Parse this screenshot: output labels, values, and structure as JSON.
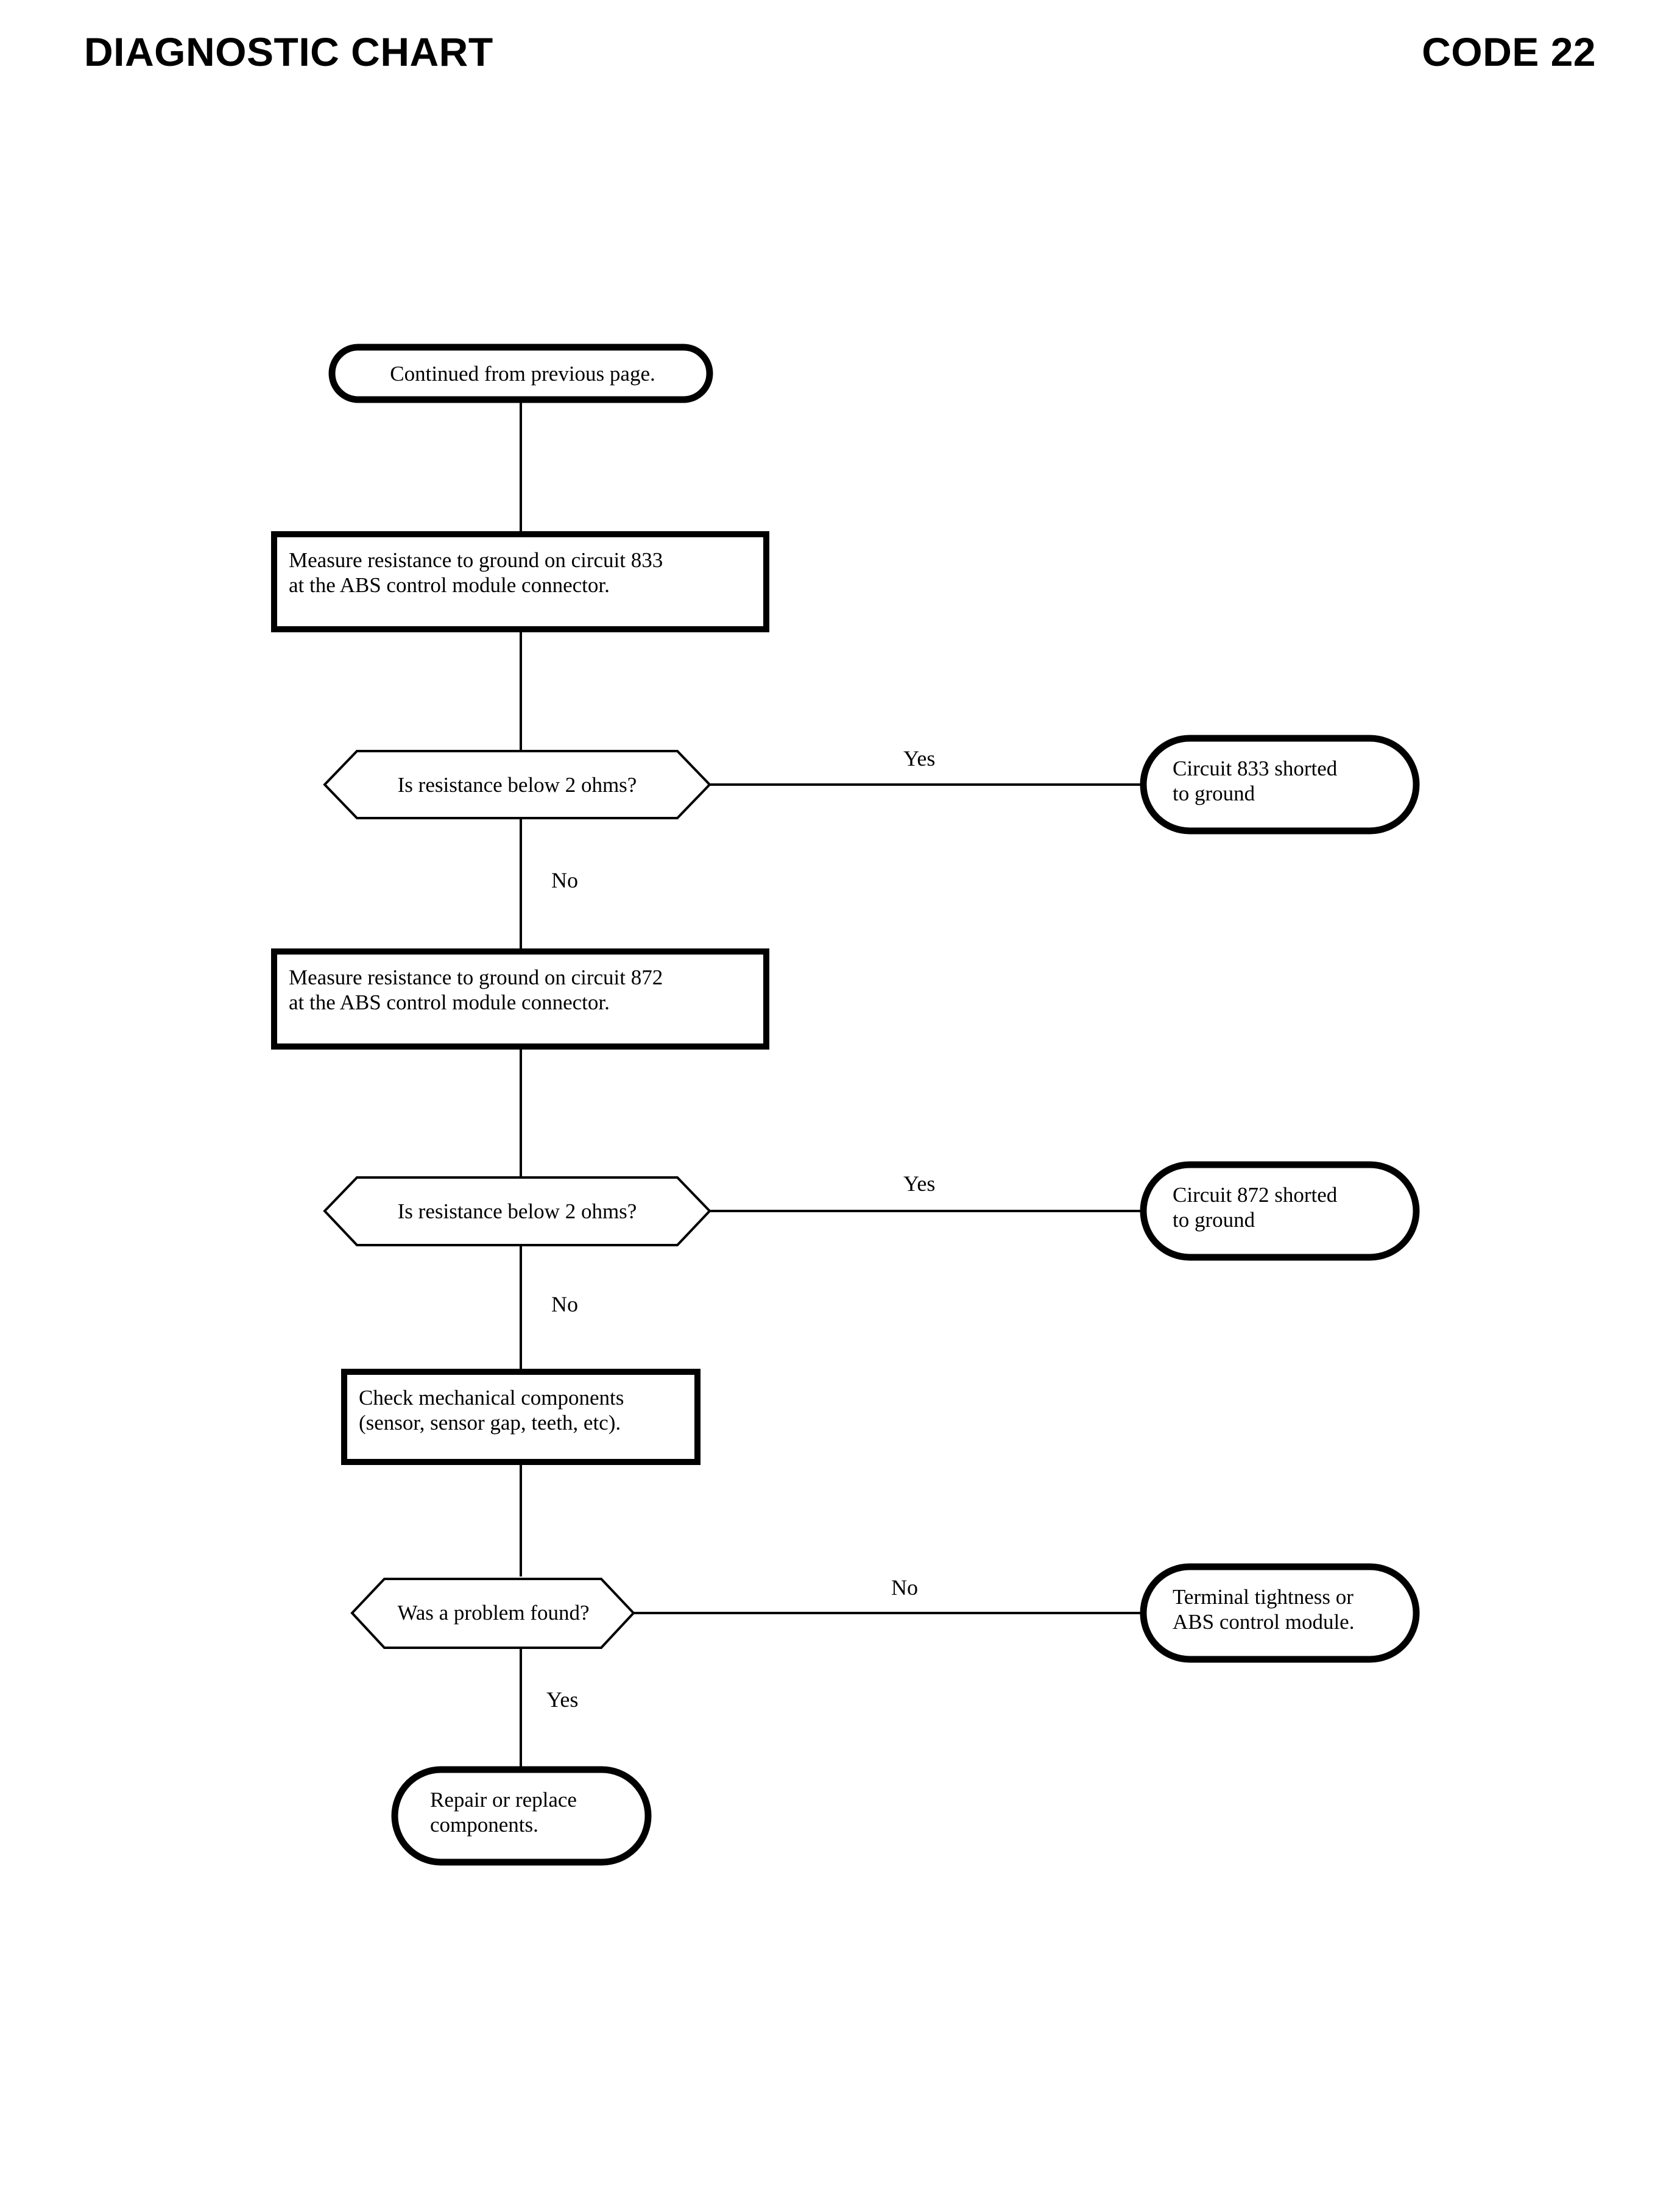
{
  "header": {
    "title": "DIAGNOSTIC CHART",
    "code": "CODE 22"
  },
  "chart_data": {
    "type": "flowchart",
    "title": "DIAGNOSTIC CHART",
    "code": "CODE 22",
    "nodes": [
      {
        "id": "start",
        "shape": "terminator",
        "text": "Continued from previous page.",
        "align": "center"
      },
      {
        "id": "proc833",
        "shape": "process",
        "text": "Measure resistance to ground on circuit 833\nat the ABS control module connector.",
        "align": "left"
      },
      {
        "id": "dec833",
        "shape": "decision",
        "text": "Is resistance below 2 ohms?",
        "align": "center"
      },
      {
        "id": "out833",
        "shape": "terminator",
        "text": "Circuit 833 shorted\nto ground",
        "align": "left"
      },
      {
        "id": "proc872",
        "shape": "process",
        "text": "Measure resistance to ground on circuit 872\nat the ABS control module connector.",
        "align": "left"
      },
      {
        "id": "dec872",
        "shape": "decision",
        "text": "Is resistance below 2 ohms?",
        "align": "center"
      },
      {
        "id": "out872",
        "shape": "terminator",
        "text": "Circuit 872 shorted\nto ground",
        "align": "left"
      },
      {
        "id": "mech",
        "shape": "process",
        "text": "Check mechanical components\n(sensor, sensor gap, teeth, etc).",
        "align": "left"
      },
      {
        "id": "decprob",
        "shape": "decision",
        "text": "Was a problem found?",
        "align": "center"
      },
      {
        "id": "outterm",
        "shape": "terminator",
        "text": "Terminal tightness or\nABS control module.",
        "align": "left"
      },
      {
        "id": "repair",
        "shape": "terminator",
        "text": "Repair or replace\ncomponents.",
        "align": "left"
      }
    ],
    "edges": [
      {
        "from": "start",
        "to": "proc833",
        "label": "",
        "direction": "down"
      },
      {
        "from": "proc833",
        "to": "dec833",
        "label": "",
        "direction": "down"
      },
      {
        "from": "dec833",
        "to": "out833",
        "label": "Yes",
        "direction": "right"
      },
      {
        "from": "dec833",
        "to": "proc872",
        "label": "No",
        "direction": "down"
      },
      {
        "from": "proc872",
        "to": "dec872",
        "label": "",
        "direction": "down"
      },
      {
        "from": "dec872",
        "to": "out872",
        "label": "Yes",
        "direction": "right"
      },
      {
        "from": "dec872",
        "to": "mech",
        "label": "No",
        "direction": "down"
      },
      {
        "from": "mech",
        "to": "decprob",
        "label": "",
        "direction": "down"
      },
      {
        "from": "decprob",
        "to": "outterm",
        "label": "No",
        "direction": "right"
      },
      {
        "from": "decprob",
        "to": "repair",
        "label": "Yes",
        "direction": "down"
      }
    ],
    "colors": {
      "background": "#ffffff",
      "stroke": "#000000",
      "text": "#000000"
    }
  },
  "labels": {
    "yes1": "Yes",
    "no1": "No",
    "yes2": "Yes",
    "no2": "No",
    "no3": "No",
    "yes3": "Yes"
  },
  "nodes": {
    "start": {
      "text": "Continued from previous page."
    },
    "proc833": {
      "text": "Measure resistance to ground on circuit 833\nat the ABS control module connector."
    },
    "dec833": {
      "text": "Is resistance below 2 ohms?"
    },
    "out833": {
      "text": "Circuit 833 shorted\nto ground"
    },
    "proc872": {
      "text": "Measure resistance to ground on circuit 872\nat the ABS control module connector."
    },
    "dec872": {
      "text": "Is resistance below 2 ohms?"
    },
    "out872": {
      "text": "Circuit 872 shorted\nto ground"
    },
    "mech": {
      "text": "Check mechanical components\n(sensor, sensor gap, teeth, etc)."
    },
    "decprob": {
      "text": "Was a problem found?"
    },
    "outterm": {
      "text": "Terminal tightness or\nABS control module."
    },
    "repair": {
      "text": "Repair or replace\ncomponents."
    }
  }
}
